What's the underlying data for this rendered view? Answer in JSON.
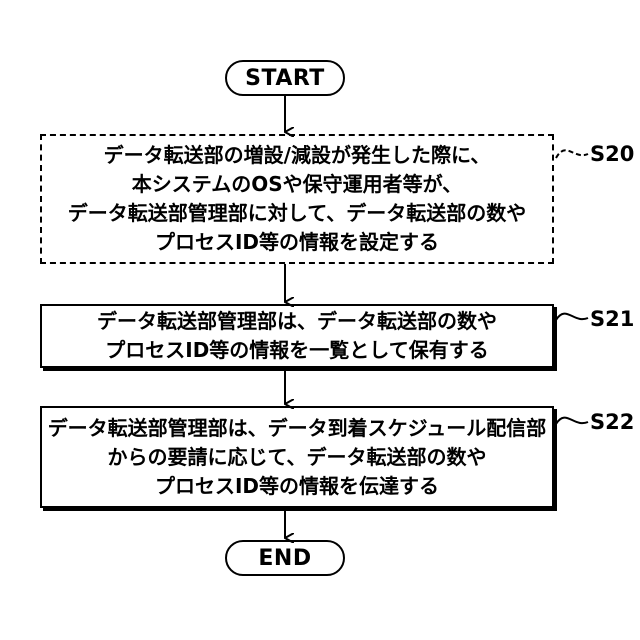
{
  "start_label": "START",
  "end_label": "END",
  "steps": [
    {
      "id": "S20",
      "lines": [
        "データ転送部の増設/減設が発生した際に、",
        "本システムのOSや保守運用者等が、",
        "データ転送部管理部に対して、データ転送部の数や",
        "プロセスID等の情報を設定する"
      ]
    },
    {
      "id": "S21",
      "lines": [
        "データ転送部管理部は、データ転送部の数や",
        "プロセスID等の情報を一覧として保有する"
      ]
    },
    {
      "id": "S22",
      "lines": [
        "データ転送部管理部は、データ到着スケジュール配信部",
        "からの要請に応じて、データ転送部の数や",
        "プロセスID等の情報を伝達する"
      ]
    }
  ]
}
